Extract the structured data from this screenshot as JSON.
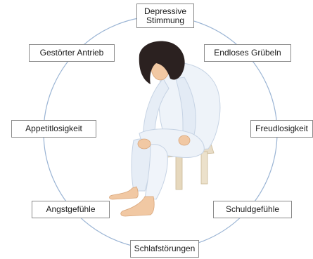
{
  "diagram": {
    "center_figure": "sitting-person-illustration",
    "ring_color": "#9ab4d4",
    "labels": {
      "top": "Depressive\nStimmung",
      "top_left": "Gestörter Antrieb",
      "top_right": "Endloses Grübeln",
      "left": "Appetitlosigkeit",
      "right": "Freudlosigkeit",
      "bottom_left": "Angstgefühle",
      "bottom_right": "Schuldgefühle",
      "bottom": "Schlafstörungen"
    }
  }
}
